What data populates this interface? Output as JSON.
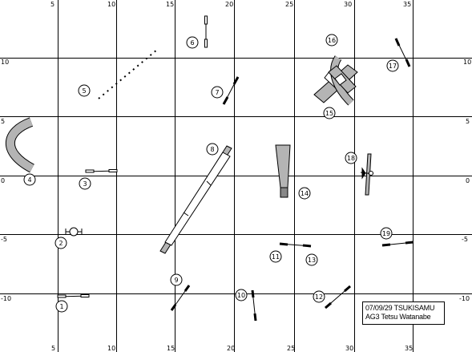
{
  "axis": {
    "x_ticks": [
      "5",
      "10",
      "15",
      "20",
      "25",
      "30",
      "35"
    ],
    "y_ticks": [
      "10",
      "5",
      "0",
      "-5",
      "-10"
    ]
  },
  "obstacles": [
    {
      "num": "1"
    },
    {
      "num": "2"
    },
    {
      "num": "3"
    },
    {
      "num": "4"
    },
    {
      "num": "5"
    },
    {
      "num": "6"
    },
    {
      "num": "7"
    },
    {
      "num": "8"
    },
    {
      "num": "9"
    },
    {
      "num": "10"
    },
    {
      "num": "11"
    },
    {
      "num": "12"
    },
    {
      "num": "13"
    },
    {
      "num": "14"
    },
    {
      "num": "15"
    },
    {
      "num": "16"
    },
    {
      "num": "17"
    },
    {
      "num": "18"
    },
    {
      "num": "19"
    }
  ],
  "info": {
    "line1": "07/09/29 TSUKISAMU",
    "line2": "AG3 Tetsu Watanabe"
  },
  "colors": {
    "grid": "#000000",
    "obstacle_fill": "#b4b4b4",
    "background": "#ffffff"
  }
}
